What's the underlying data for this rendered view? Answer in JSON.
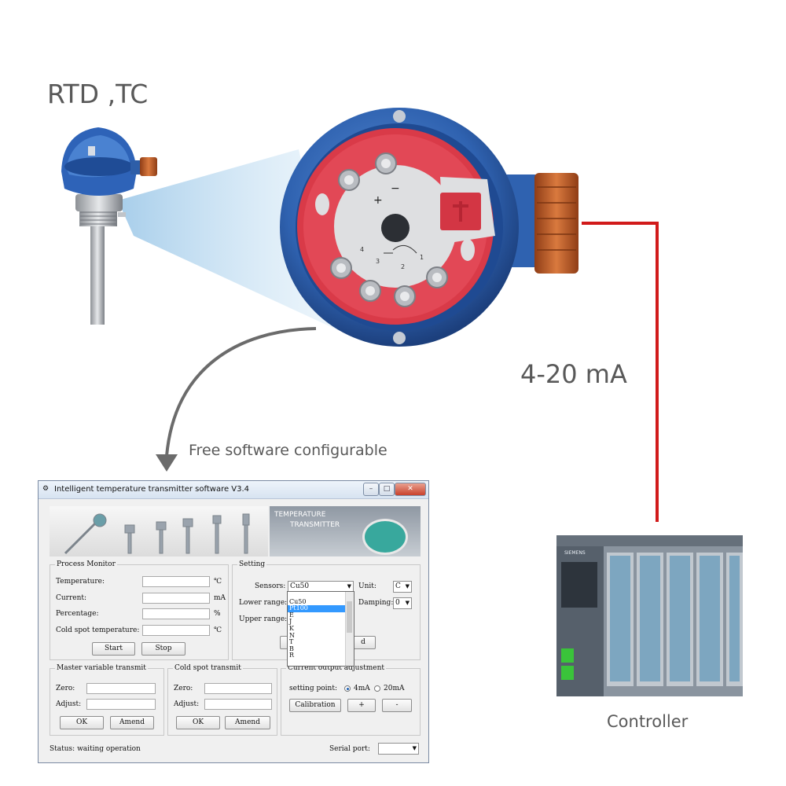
{
  "labels": {
    "sensor_types": "RTD ,TC",
    "signal": "4-20 mA",
    "software_note": "Free software configurable",
    "controller": "Controller",
    "plc_brand": "SIEMENS"
  },
  "colors": {
    "housing_blue": "#2f62b0",
    "terminal_red": "#d93a48",
    "signal_wire": "#d11a1a",
    "copper": "#c5652e",
    "plc_grey": "#7f8a96"
  },
  "terminal_markings": {
    "plus": "+",
    "minus": "−",
    "num4": "4",
    "num3": "3",
    "num2": "2",
    "num1": "1"
  },
  "window": {
    "title": "Intelligent temperature transmitter software V3.4",
    "banner_text_1": "TEMPERATURE",
    "banner_text_2": "TRANSMITTER",
    "process_monitor": {
      "title": "Process Monitor",
      "temperature": "Temperature:",
      "temperature_unit": "℃",
      "current": "Current:",
      "current_unit": "mA",
      "percentage": "Percentage:",
      "percentage_unit": "%",
      "cold_spot": "Cold spot temperature:",
      "cold_spot_unit": "℃",
      "start": "Start",
      "stop": "Stop"
    },
    "setting": {
      "title": "Setting",
      "sensors_label": "Sensors:",
      "sensors_value": "Cu50",
      "sensor_options": [
        "Cu50",
        "Pt100",
        "E",
        "J",
        "K",
        "N",
        "T",
        "B",
        "R"
      ],
      "sensor_selected": "Pt100",
      "unit_label": "Unit:",
      "unit_value": "C",
      "lower_range": "Lower range:",
      "damping_label": "Damping:",
      "damping_value": "0",
      "upper_range": "Upper range:",
      "btn_right": "d"
    },
    "master": {
      "title": "Master variable transmit",
      "zero": "Zero:",
      "adjust": "Adjust:",
      "ok": "OK",
      "amend": "Amend"
    },
    "cold": {
      "title": "Cold spot transmit",
      "zero": "Zero:",
      "adjust": "Adjust:",
      "ok": "OK",
      "amend": "Amend"
    },
    "current_output": {
      "title": "Current output adjustment",
      "setting_point": "setting point:",
      "opt_4ma": "4mA",
      "opt_20ma": "20mA",
      "selected": "4mA",
      "calibration": "Calibration",
      "plus": "+",
      "minus": "-"
    },
    "status": "Status: waiting operation",
    "serial_port": "Serial port:"
  }
}
